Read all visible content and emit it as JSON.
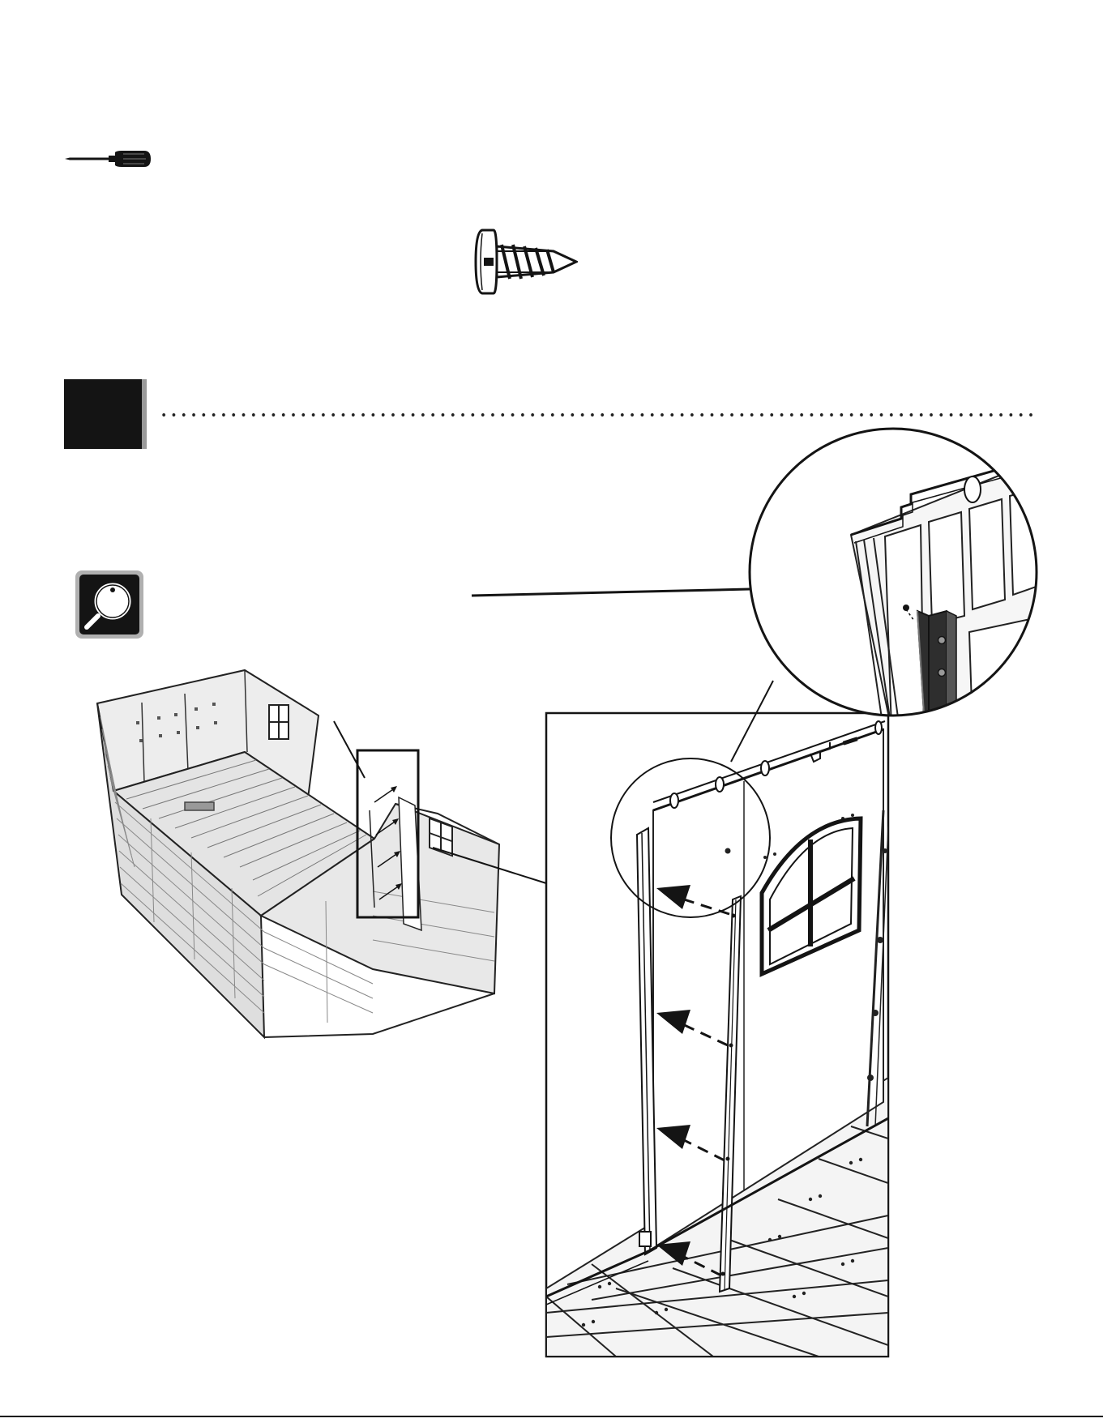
{
  "page": {
    "background": "#ffffff",
    "ink": "#141414"
  },
  "tools": {
    "tool_icon": "screwdriver-icon",
    "hardware_icon": "screw-icon"
  },
  "step": {
    "number": "",
    "box_color": "#141414",
    "shadow_color": "#9a9a9a"
  },
  "detail_badge": {
    "icon": "magnifier-icon"
  },
  "illustrations": {
    "overview": "shed-overview-illustration",
    "main": "wall-panel-assembly-illustration",
    "detail": "corner-channel-detail-illustration"
  }
}
